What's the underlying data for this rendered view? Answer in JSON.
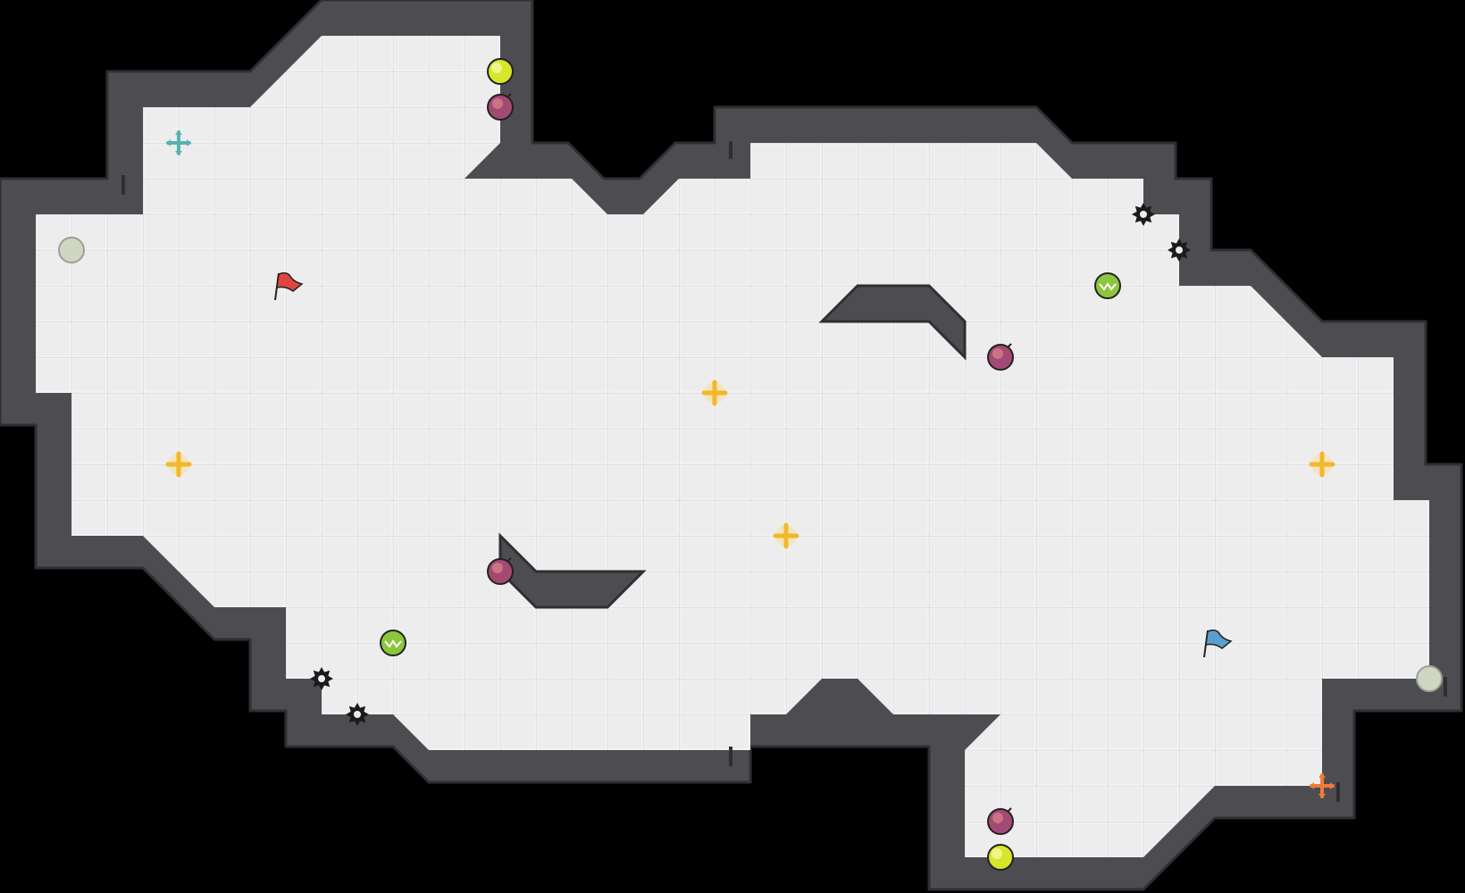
{
  "map": {
    "name": "capture-the-flag-arena",
    "colors": {
      "background": "#000000",
      "floor": "#ececed",
      "grid": "#d4d4d6",
      "wall": "#4d4d51",
      "wall_edge": "#2f2f33",
      "tile_edge": "#f6f6f7",
      "red_team": "#e0463f",
      "blue_team": "#4d8fc7"
    }
  },
  "items": [
    {
      "type": "speed-boost",
      "name": "boost-yellow-icon",
      "col": 13,
      "row": 1
    },
    {
      "type": "bomb",
      "name": "bomb-icon",
      "col": 13,
      "row": 2
    },
    {
      "type": "portal-teal",
      "name": "teal-portal-icon",
      "col": 4,
      "row": 3
    },
    {
      "type": "spike",
      "name": "spike-icon",
      "col": 31,
      "row": 5
    },
    {
      "type": "spike",
      "name": "spike-icon",
      "col": 32,
      "row": 6
    },
    {
      "type": "button-grey",
      "name": "inactive-button-icon",
      "col": 1,
      "row": 6
    },
    {
      "type": "flag-red",
      "name": "red-flag-icon",
      "col": 7,
      "row": 7
    },
    {
      "type": "boost-green",
      "name": "green-boost-icon",
      "col": 30,
      "row": 7
    },
    {
      "type": "bomb",
      "name": "bomb-icon",
      "col": 27,
      "row": 9
    },
    {
      "type": "powerup",
      "name": "powerup-icon",
      "col": 19,
      "row": 10
    },
    {
      "type": "powerup",
      "name": "powerup-icon",
      "col": 4,
      "row": 12
    },
    {
      "type": "powerup",
      "name": "powerup-icon",
      "col": 36,
      "row": 12
    },
    {
      "type": "powerup",
      "name": "powerup-icon",
      "col": 21,
      "row": 14
    },
    {
      "type": "bomb",
      "name": "bomb-icon",
      "col": 13,
      "row": 15
    },
    {
      "type": "boost-green",
      "name": "green-boost-icon",
      "col": 10,
      "row": 17
    },
    {
      "type": "flag-blue",
      "name": "blue-flag-icon",
      "col": 33,
      "row": 17
    },
    {
      "type": "spike",
      "name": "spike-icon",
      "col": 8,
      "row": 18
    },
    {
      "type": "button-grey",
      "name": "inactive-button-icon",
      "col": 39,
      "row": 18
    },
    {
      "type": "spike",
      "name": "spike-icon",
      "col": 9,
      "row": 19
    },
    {
      "type": "portal-orange",
      "name": "orange-portal-icon",
      "col": 36,
      "row": 21
    },
    {
      "type": "bomb",
      "name": "bomb-icon",
      "col": 27,
      "row": 22
    },
    {
      "type": "speed-boost",
      "name": "boost-yellow-icon",
      "col": 27,
      "row": 23
    }
  ]
}
